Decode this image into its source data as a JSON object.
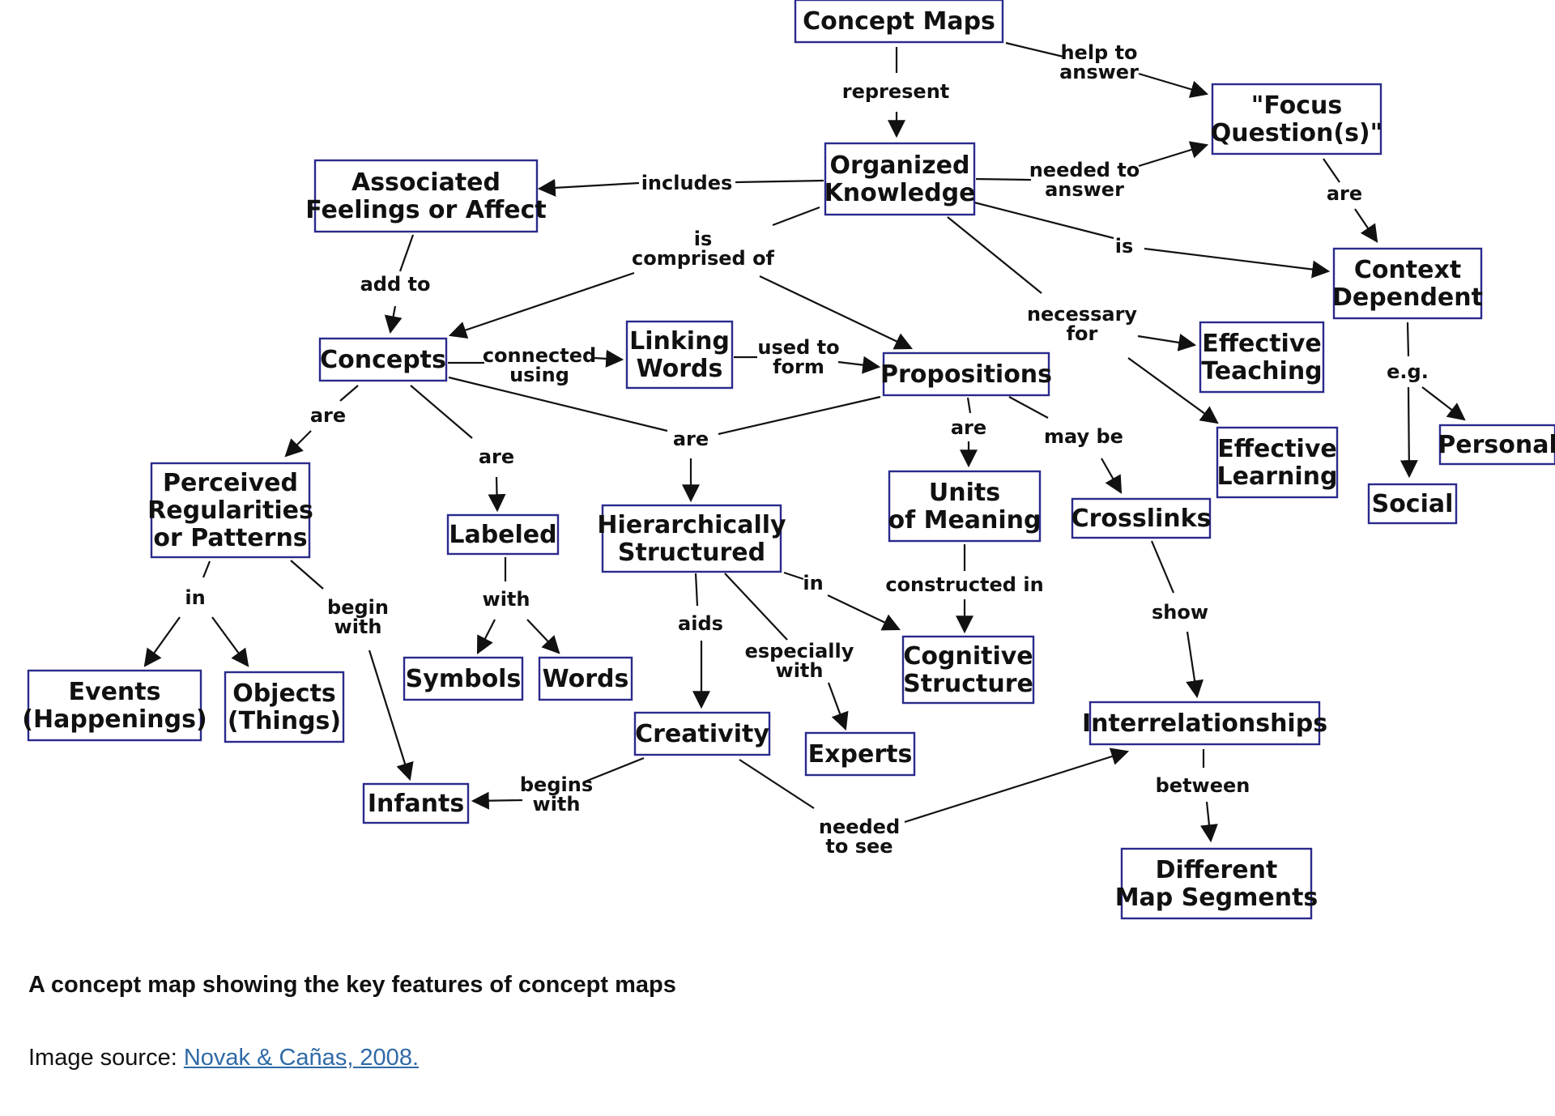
{
  "diagram": {
    "colors": {
      "node_border": "#2a2a8c",
      "text": "#111111",
      "arrow": "#111111"
    },
    "nodes": [
      {
        "id": "concept-maps",
        "lines": [
          "Concept Maps"
        ]
      },
      {
        "id": "focus-questions",
        "lines": [
          "\"Focus",
          "Question(s)\""
        ]
      },
      {
        "id": "organized-knowledge",
        "lines": [
          "Organized",
          "Knowledge"
        ]
      },
      {
        "id": "associated-feelings",
        "lines": [
          "Associated",
          "Feelings or Affect"
        ]
      },
      {
        "id": "context-dependent",
        "lines": [
          "Context",
          "Dependent"
        ]
      },
      {
        "id": "concepts",
        "lines": [
          "Concepts"
        ]
      },
      {
        "id": "linking-words",
        "lines": [
          "Linking",
          "Words"
        ]
      },
      {
        "id": "propositions",
        "lines": [
          "Propositions"
        ]
      },
      {
        "id": "effective-teaching",
        "lines": [
          "Effective",
          "Teaching"
        ]
      },
      {
        "id": "effective-learning",
        "lines": [
          "Effective",
          "Learning"
        ]
      },
      {
        "id": "personal",
        "lines": [
          "Personal"
        ]
      },
      {
        "id": "social",
        "lines": [
          "Social"
        ]
      },
      {
        "id": "perceived-regularities",
        "lines": [
          "Perceived",
          "Regularities",
          "or Patterns"
        ]
      },
      {
        "id": "labeled",
        "lines": [
          "Labeled"
        ]
      },
      {
        "id": "hierarchically-structured",
        "lines": [
          "Hierarchically",
          "Structured"
        ]
      },
      {
        "id": "units-of-meaning",
        "lines": [
          "Units",
          "of Meaning"
        ]
      },
      {
        "id": "crosslinks",
        "lines": [
          "Crosslinks"
        ]
      },
      {
        "id": "events",
        "lines": [
          "Events",
          "(Happenings)"
        ]
      },
      {
        "id": "objects",
        "lines": [
          "Objects",
          "(Things)"
        ]
      },
      {
        "id": "symbols",
        "lines": [
          "Symbols"
        ]
      },
      {
        "id": "words",
        "lines": [
          "Words"
        ]
      },
      {
        "id": "cognitive-structure",
        "lines": [
          "Cognitive",
          "Structure"
        ]
      },
      {
        "id": "creativity",
        "lines": [
          "Creativity"
        ]
      },
      {
        "id": "experts",
        "lines": [
          "Experts"
        ]
      },
      {
        "id": "interrelationships",
        "lines": [
          "Interrelationships"
        ]
      },
      {
        "id": "infants",
        "lines": [
          "Infants"
        ]
      },
      {
        "id": "different-map-segments",
        "lines": [
          "Different",
          "Map Segments"
        ]
      }
    ],
    "link_labels": [
      {
        "id": "represent",
        "lines": [
          "represent"
        ]
      },
      {
        "id": "help-to-answer",
        "lines": [
          "help to",
          "answer"
        ]
      },
      {
        "id": "includes",
        "lines": [
          "includes"
        ]
      },
      {
        "id": "needed-to-answer",
        "lines": [
          "needed to",
          "answer"
        ]
      },
      {
        "id": "are-focus",
        "lines": [
          "are"
        ]
      },
      {
        "id": "is-context",
        "lines": [
          "is"
        ]
      },
      {
        "id": "is-comprised-of",
        "lines": [
          "is",
          "comprised of"
        ]
      },
      {
        "id": "add-to",
        "lines": [
          "add to"
        ]
      },
      {
        "id": "necessary-for",
        "lines": [
          "necessary",
          "for"
        ]
      },
      {
        "id": "connected-using",
        "lines": [
          "connected",
          "using"
        ]
      },
      {
        "id": "used-to-form",
        "lines": [
          "used to",
          "form"
        ]
      },
      {
        "id": "eg",
        "lines": [
          "e.g."
        ]
      },
      {
        "id": "are-perceived",
        "lines": [
          "are"
        ]
      },
      {
        "id": "are-labeled",
        "lines": [
          "are"
        ]
      },
      {
        "id": "are-hierarchical",
        "lines": [
          "are"
        ]
      },
      {
        "id": "are-units",
        "lines": [
          "are"
        ]
      },
      {
        "id": "may-be",
        "lines": [
          "may be"
        ]
      },
      {
        "id": "in-events",
        "lines": [
          "in"
        ]
      },
      {
        "id": "begin-with",
        "lines": [
          "begin",
          "with"
        ]
      },
      {
        "id": "with-symbols",
        "lines": [
          "with"
        ]
      },
      {
        "id": "aids",
        "lines": [
          "aids"
        ]
      },
      {
        "id": "in-cognitive",
        "lines": [
          "in"
        ]
      },
      {
        "id": "especially-with",
        "lines": [
          "especially",
          "with"
        ]
      },
      {
        "id": "constructed-in",
        "lines": [
          "constructed in"
        ]
      },
      {
        "id": "show",
        "lines": [
          "show"
        ]
      },
      {
        "id": "begins-with",
        "lines": [
          "begins",
          "with"
        ]
      },
      {
        "id": "needed-to-see",
        "lines": [
          "needed",
          "to see"
        ]
      },
      {
        "id": "between",
        "lines": [
          "between"
        ]
      }
    ]
  },
  "caption": "A concept map showing the key features of concept maps",
  "source": {
    "prefix": "Image source: ",
    "link_text": "Novak & Cañas, 2008."
  }
}
